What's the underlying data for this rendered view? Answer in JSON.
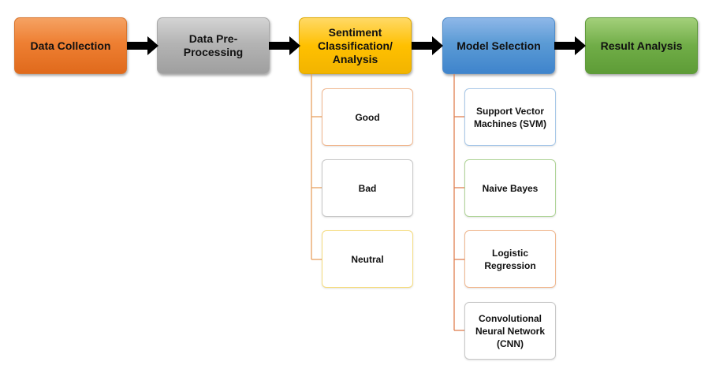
{
  "colors": {
    "orange": "#ED7D31",
    "gray": "#A5A5A5",
    "yellow": "#FFC000",
    "blue": "#5B9BD5",
    "green": "#70AD47",
    "arrow": "#000000"
  },
  "stages": [
    {
      "label": "Data Collection"
    },
    {
      "label": "Data Pre-Processing"
    },
    {
      "label": "Sentiment Classification/ Analysis"
    },
    {
      "label": "Model Selection"
    },
    {
      "label": "Result Analysis"
    }
  ],
  "sentiment_classes": [
    {
      "label": "Good"
    },
    {
      "label": "Bad"
    },
    {
      "label": "Neutral"
    }
  ],
  "models": [
    {
      "label": "Support Vector Machines (SVM)"
    },
    {
      "label": "Naive Bayes"
    },
    {
      "label": "Logistic Regression"
    },
    {
      "label": "Convolutional Neural Network (CNN)"
    }
  ]
}
